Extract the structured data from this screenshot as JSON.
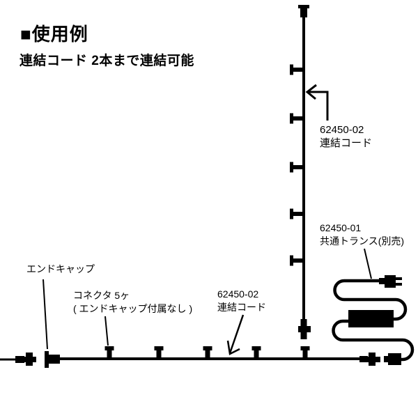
{
  "header": {
    "title": "■使用例",
    "subtitle": "連結コード 2本まで連結可能"
  },
  "labels": {
    "connect_cord_top": {
      "code": "62450-02",
      "name": "連結コード"
    },
    "transformer": {
      "code": "62450-01",
      "name": "共通トランス(別売)"
    },
    "end_cap": {
      "name": "エンドキャップ"
    },
    "connector": {
      "name": "コネクタ 5ヶ",
      "note": "( エンドキャップ付属なし )"
    },
    "connect_cord_bottom": {
      "code": "62450-02",
      "name": "連結コード"
    }
  },
  "colors": {
    "ink": "#000000",
    "background": "#ffffff"
  },
  "diagram": {
    "vertical_cord": {
      "connector_count": 5
    },
    "horizontal_cord": {
      "connector_count": 5
    }
  }
}
